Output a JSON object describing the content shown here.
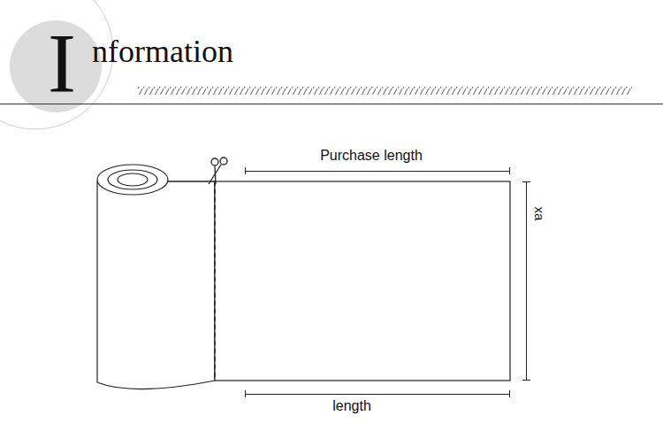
{
  "diagram": {
    "labels": [
      "I",
      "nformation",
      "Purchase length",
      "length",
      "xa"
    ]
  }
}
